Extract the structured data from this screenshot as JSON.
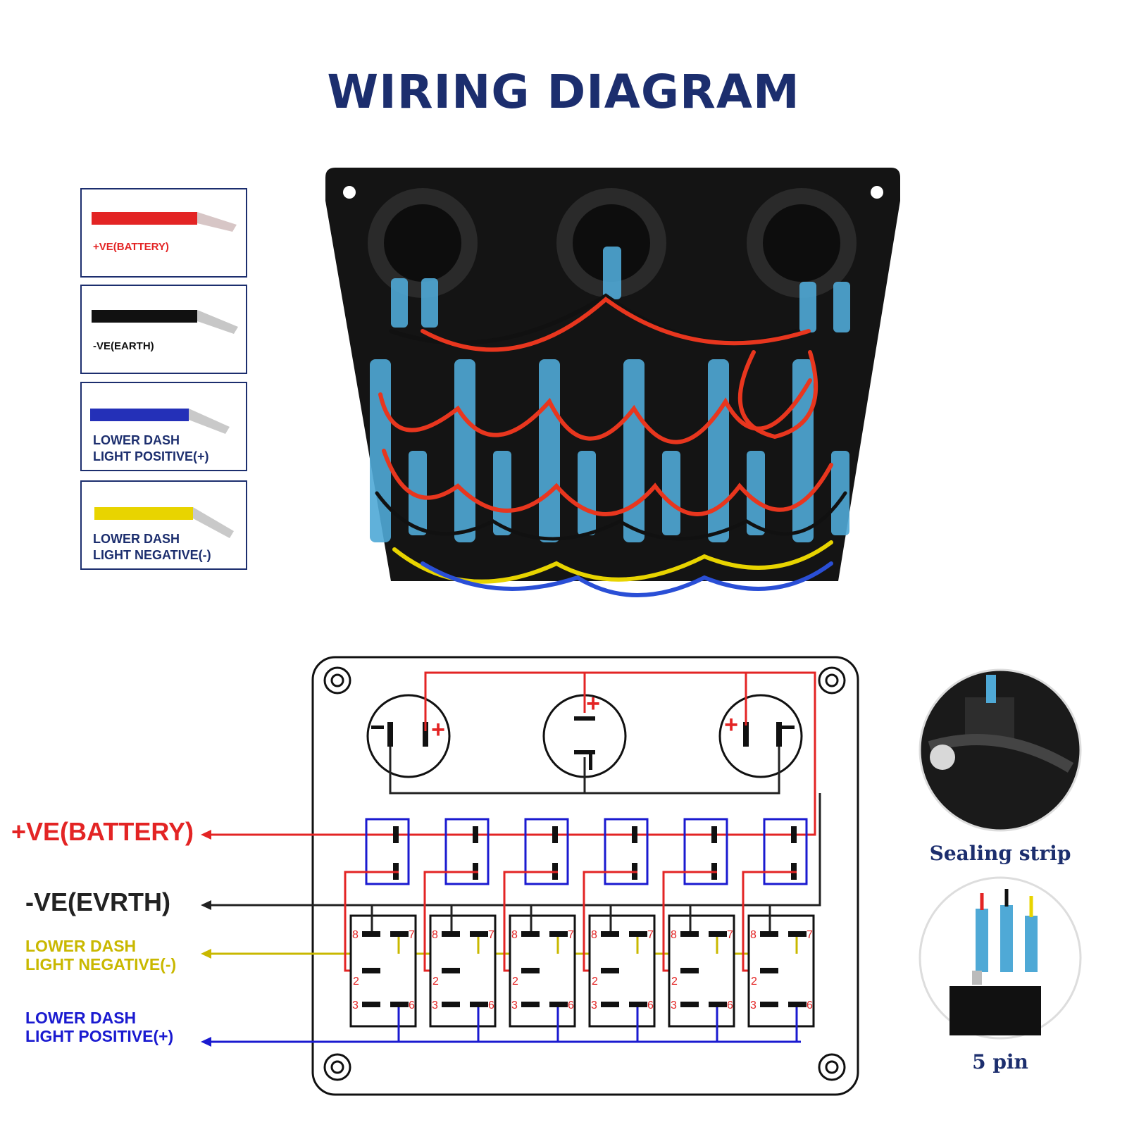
{
  "title": "WIRING DIAGRAM",
  "legend": [
    {
      "label": "+VE(BATTERY)",
      "wire_color": "#e32424",
      "text_color": "#e32424"
    },
    {
      "label": "-VE(EARTH)",
      "wire_color": "#111111",
      "text_color": "#111111"
    },
    {
      "label": "LOWER DASH\nLIGHT POSITIVE(+)",
      "wire_color": "#2430b8",
      "text_color": "#1c2e6e"
    },
    {
      "label": "LOWER DASH\nLIGHT NEGATIVE(-)",
      "wire_color": "#e8d400",
      "text_color": "#1c2e6e"
    }
  ],
  "schematic_labels": {
    "battery": "+VE(BATTERY)",
    "earth": "-VE(EVRTH)",
    "light_negative": "LOWER DASH\nLIGHT NEGATIVE(-)",
    "light_positive": "LOWER DASH\nLIGHT POSITIVE(+)"
  },
  "socket_marks": {
    "plus": "+",
    "minus": "-"
  },
  "switch_pins": [
    "8",
    "7",
    "2",
    "3",
    "6"
  ],
  "captions": {
    "sealing": "Sealing strip",
    "pin": "5 pin"
  },
  "colors": {
    "title": "#1c2e6e",
    "positive": "#e32424",
    "earth": "#222222",
    "light_negative": "#c9b800",
    "light_positive": "#1a1ad0"
  }
}
